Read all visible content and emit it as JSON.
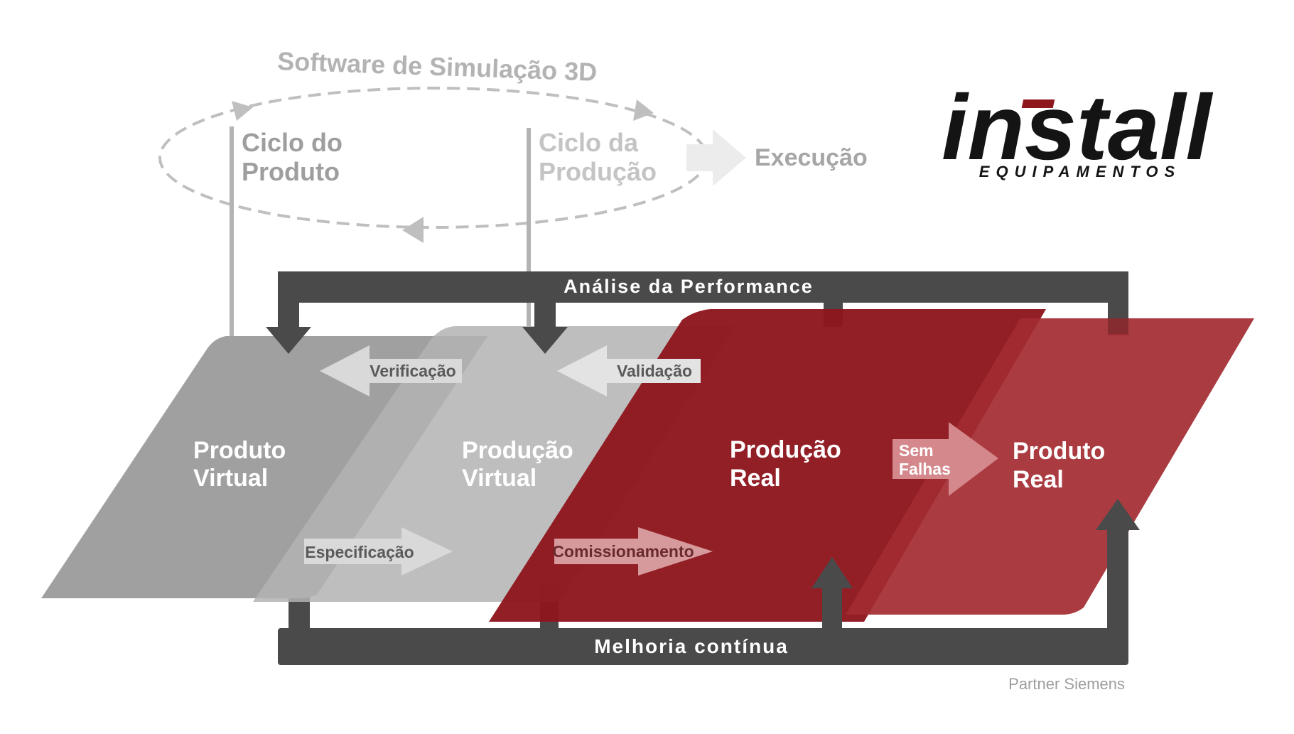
{
  "header": {
    "title": "Software de Simulação 3D",
    "cycle_product": [
      "Ciclo do",
      "Produto"
    ],
    "cycle_production": [
      "Ciclo da",
      "Produção"
    ],
    "execution": "Execução"
  },
  "logo": {
    "wordmark": "install",
    "subtitle": "EQUIPAMENTOS"
  },
  "loops": {
    "top": "Análise da Performance",
    "bottom": "Melhoria contínua"
  },
  "stages": [
    {
      "line1": "Produto",
      "line2": "Virtual"
    },
    {
      "line1": "Produção",
      "line2": "Virtual"
    },
    {
      "line1": "Produção",
      "line2": "Real"
    },
    {
      "line1": "Produto",
      "line2": "Real"
    }
  ],
  "flow": {
    "verification": "Verificação",
    "validation": "Validação",
    "specification": "Especificação",
    "commissioning": "Comissionamento",
    "no_failures": [
      "Sem",
      "Falhas"
    ]
  },
  "footer": {
    "partner": "Partner Siemens"
  },
  "colors": {
    "dark_gray": "#4a4a4a",
    "mid_gray": "#a0a0a0",
    "light_gray": "#c4c4c4",
    "brand_red": "#8e161d",
    "red_light": "#a32b31"
  }
}
